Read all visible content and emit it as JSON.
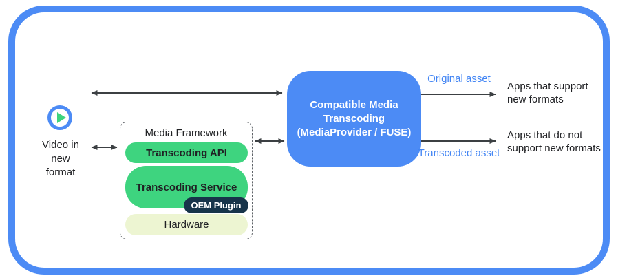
{
  "colors": {
    "accent_blue": "#4C8BF5",
    "label_blue": "#4285F4",
    "pill_green": "#3ED47F",
    "hardware_cream": "#EDF5D2",
    "oem_navy": "#17344A",
    "arrow_gray": "#3C4043",
    "text_dark": "#202124",
    "dash_gray": "#5F6368"
  },
  "icons": {
    "play": "play-icon"
  },
  "source": {
    "label": "Video in\nnew\nformat"
  },
  "media_framework": {
    "title": "Media Framework",
    "transcoding_api": "Transcoding API",
    "transcoding_service": "Transcoding Service",
    "oem_plugin": "OEM Plugin",
    "hardware": "Hardware"
  },
  "transcoder": {
    "label": "Compatible Media\nTranscoding\n(MediaProvider / FUSE)"
  },
  "flows": {
    "original_asset": "Original asset",
    "transcoded_asset": "Transcoded asset",
    "apps_support": "Apps that support\nnew formats",
    "apps_no_support": "Apps that do not\nsupport new formats"
  }
}
